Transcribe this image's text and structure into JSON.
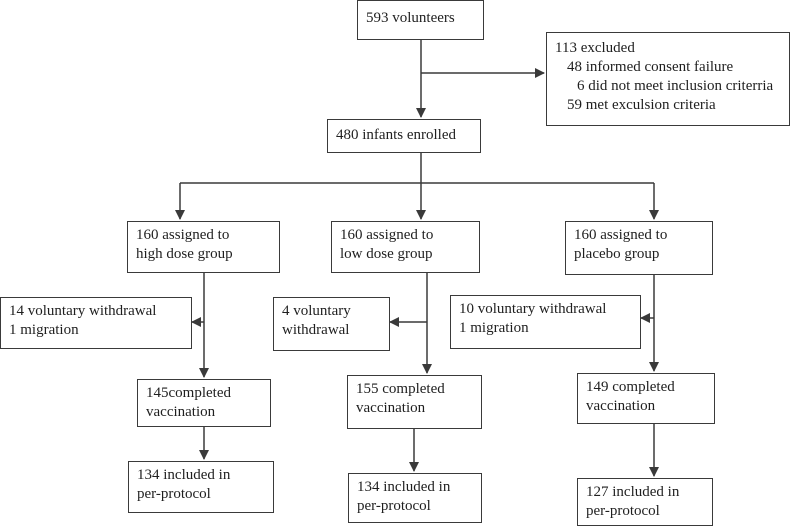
{
  "nodes": {
    "volunteers": {
      "lines": [
        "593 volunteers"
      ]
    },
    "excluded": {
      "lines": [
        "113 excluded",
        "48 informed consent failure",
        "6 did not meet inclusion criterria",
        "59 met exculsion criteria"
      ]
    },
    "enrolled": {
      "lines": [
        "480 infants enrolled"
      ]
    },
    "high_dose": {
      "lines": [
        "160 assigned to",
        "high dose group"
      ]
    },
    "low_dose": {
      "lines": [
        "160 assigned to",
        "low dose group"
      ]
    },
    "placebo": {
      "lines": [
        "160 assigned to",
        "placebo group"
      ]
    },
    "high_withdrawal": {
      "lines": [
        "14 voluntary withdrawal",
        "1 migration"
      ]
    },
    "low_withdrawal": {
      "lines": [
        "4 voluntary",
        "withdrawal"
      ]
    },
    "placebo_withdrawal": {
      "lines": [
        "10 voluntary withdrawal",
        "1 migration"
      ]
    },
    "high_completed": {
      "lines": [
        "145completed",
        "vaccination"
      ]
    },
    "low_completed": {
      "lines": [
        "155 completed",
        "vaccination"
      ]
    },
    "placebo_completed": {
      "lines": [
        "149 completed",
        "vaccination"
      ]
    },
    "high_pp": {
      "lines": [
        "134 included in",
        "per-protocol"
      ]
    },
    "low_pp": {
      "lines": [
        "134 included in",
        "per-protocol"
      ]
    },
    "placebo_pp": {
      "lines": [
        "127 included in",
        "per-protocol"
      ]
    }
  },
  "colors": {
    "line": "#3a3a3a",
    "text": "#1f1f1f",
    "background": "#ffffff"
  }
}
